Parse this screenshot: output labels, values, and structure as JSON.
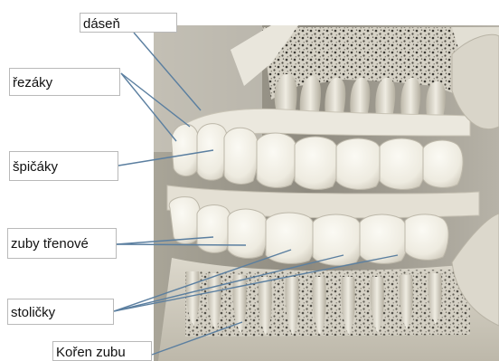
{
  "labels": {
    "dasen": "dáseň",
    "rezaky": "řezáky",
    "spicaky": "špičáky",
    "zuby_trenove": "zuby třenové",
    "stolicky": "stoličky",
    "koren_zubu": "Kořen zubu"
  },
  "colors": {
    "leader_line": "#5b7fa0",
    "model_shadow": "#9a968c",
    "tooth": "#f1efe6",
    "gum": "#e7e3d8",
    "bone": "#cdc8bb",
    "bone_spot": "#3c3a34"
  }
}
